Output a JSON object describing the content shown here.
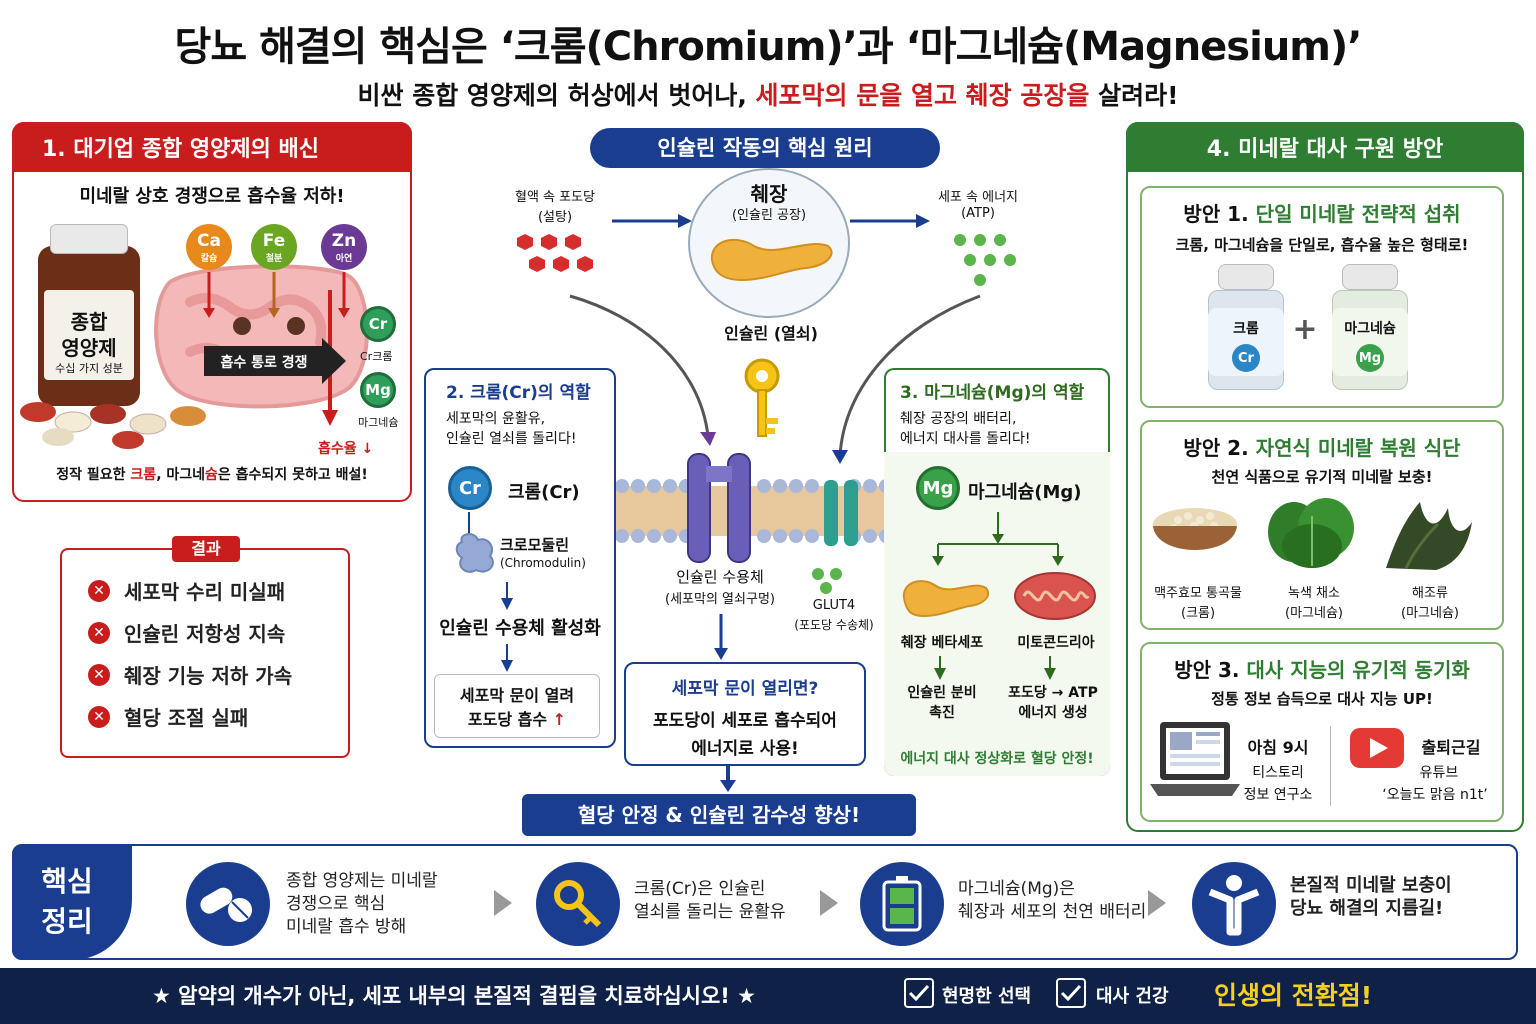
{
  "title": "당뇨 해결의 핵심은 ‘크롬(Chromium)’과 ‘마그네슘(Magnesium)’",
  "subtitle_pre": "비싼 종합 영양제의 허상에서 벗어나, ",
  "subtitle_red": "세포막의 문을 열고 췌장 공장을",
  "subtitle_post": " 살려라!",
  "colors": {
    "red": "#c91d1d",
    "navy": "#1a3d8f",
    "green": "#2e7d32",
    "accent_yellow": "#f5d020"
  },
  "panel1": {
    "header": "1. 대기업 종합 영양제의 배신",
    "lead": "미네랄 상호 경쟁으로 흡수율 저하!",
    "bottle_label_1": "종합",
    "bottle_label_2": "영양제",
    "bottle_sub": "수십 가지 성분",
    "minerals": [
      {
        "sym": "Ca",
        "name": "칼슘"
      },
      {
        "sym": "Fe",
        "name": "철분"
      },
      {
        "sym": "Zn",
        "name": "아연"
      }
    ],
    "compete": "흡수 통로 경쟁",
    "cr_sym": "Cr",
    "cr_name": "Cr크롬",
    "mg_sym": "Mg",
    "mg_name": "마그네슘",
    "absorb": "흡수율",
    "foot_pre": "정작 필요한 ",
    "foot_cr": "크롬",
    "foot_mid": ", 마그네",
    "foot_mg": "슘",
    "foot_post": "은 흡수되지 못하고 배설!"
  },
  "result": {
    "label": "결과",
    "items": [
      "세포막 수리 미실패",
      "인슐린 저항성 지속",
      "췌장 기능 저하 가속",
      "혈당 조절 실패"
    ]
  },
  "center": {
    "header": "인슐린 작동의 핵심 원리",
    "blood_sugar": "혈액 속 포도당",
    "blood_sugar_sub": "(설탕)",
    "pancreas": "췌장",
    "pancreas_sub": "(인슐린 공장)",
    "cell_energy": "세포 속 에너지",
    "cell_energy_sub": "(ATP)",
    "insulin_key": "인슐린 (열쇠)",
    "receptor": "인슐린 수용체",
    "receptor_sub": "(세포막의 열쇠구멍)",
    "glut": "GLUT4",
    "glut_sub": "(포도당 수송체)",
    "open_q": "세포막 문이 열리면?",
    "open_a1": "포도당이 세포로 흡수되어",
    "open_a2": "에너지로 사용!",
    "result": "혈당 안정 & 인슐린 감수성 향상!"
  },
  "panel2": {
    "title": "2. 크롬(Cr)의 역할",
    "sub1": "세포막의 윤활유,",
    "sub2": "인슐린 열쇠를 돌리다!",
    "sym": "Cr",
    "name": "크롬(Cr)",
    "chromo": "크로모둘린",
    "chromo_en": "(Chromodulin)",
    "activate": "인슐린 수용체 활성화",
    "door1": "세포막 문이 열려",
    "door2": "포도당 흡수"
  },
  "panel3": {
    "title": "3. 마그네슘(Mg)의 역할",
    "sub1": "췌장 공장의 배터리,",
    "sub2": "에너지 대사를 돌리다!",
    "sym": "Mg",
    "name": "마그네슘(Mg)",
    "beta": "췌장 베타세포",
    "mito": "미토콘드리아",
    "beta_out1": "인슐린 분비",
    "beta_out2": "촉진",
    "mito_out1": "포도당 → ATP",
    "mito_out2": "에너지 생성",
    "foot": "에너지 대사 정상화로 혈당 안정!"
  },
  "panel4": {
    "header": "4. 미네랄 대사 구원 방안",
    "plan1_label": "방안 1.",
    "plan1_title": "단일 미네랄 전략적 섭취",
    "plan1_desc": "크롬, 마그네슘을 단일로, 흡수율 높은 형태로!",
    "bottle_cr": "크롬",
    "bottle_cr_sym": "Cr",
    "bottle_mg": "마그네슘",
    "bottle_mg_sym": "Mg",
    "plan2_label": "방안 2.",
    "plan2_title": "자연식 미네랄 복원 식단",
    "plan2_desc": "천연 식품으로 유기적 미네랄 보충!",
    "foods": [
      {
        "name": "맥주효모 통곡물",
        "tag": "(크롬)"
      },
      {
        "name": "녹색 채소",
        "tag": "(마그네슘)"
      },
      {
        "name": "해조류",
        "tag": "(마그네슘)"
      }
    ],
    "plan3_label": "방안 3.",
    "plan3_title": "대사 지능의 유기적 동기화",
    "plan3_desc": "정통 정보 습득으로 대사 지능 UP!",
    "blog_time": "아침 9시",
    "blog_1": "티스토리",
    "blog_2": "정보 연구소",
    "yt_time": "출퇴근길",
    "yt_1": "유튜브",
    "yt_2": "‘오늘도 맑음 n1t’"
  },
  "summary": {
    "label1": "핵심",
    "label2": "정리",
    "items": [
      {
        "l1": "종합 영양제는 미네랄",
        "l2": "경쟁으로 핵심",
        "l3": "미네랄 흡수 방해"
      },
      {
        "l1": "크롬(Cr)은 인슐린",
        "l2": "열쇠를 돌리는 윤활유",
        "l3": ""
      },
      {
        "l1": "마그네슘(Mg)은",
        "l2": "췌장과 세포의 천연 배터리",
        "l3": ""
      },
      {
        "l1": "본질적 미네랄 보충이",
        "l2": "당뇨 해결의 지름길!",
        "l3": ""
      }
    ]
  },
  "footer": {
    "main": "★ 알약의 개수가 아닌, 세포 내부의 본질적 결핍을 치료하십시오! ★",
    "check1": "현명한 선택",
    "check2": "대사 건강",
    "turning": "인생의 전환점!"
  }
}
